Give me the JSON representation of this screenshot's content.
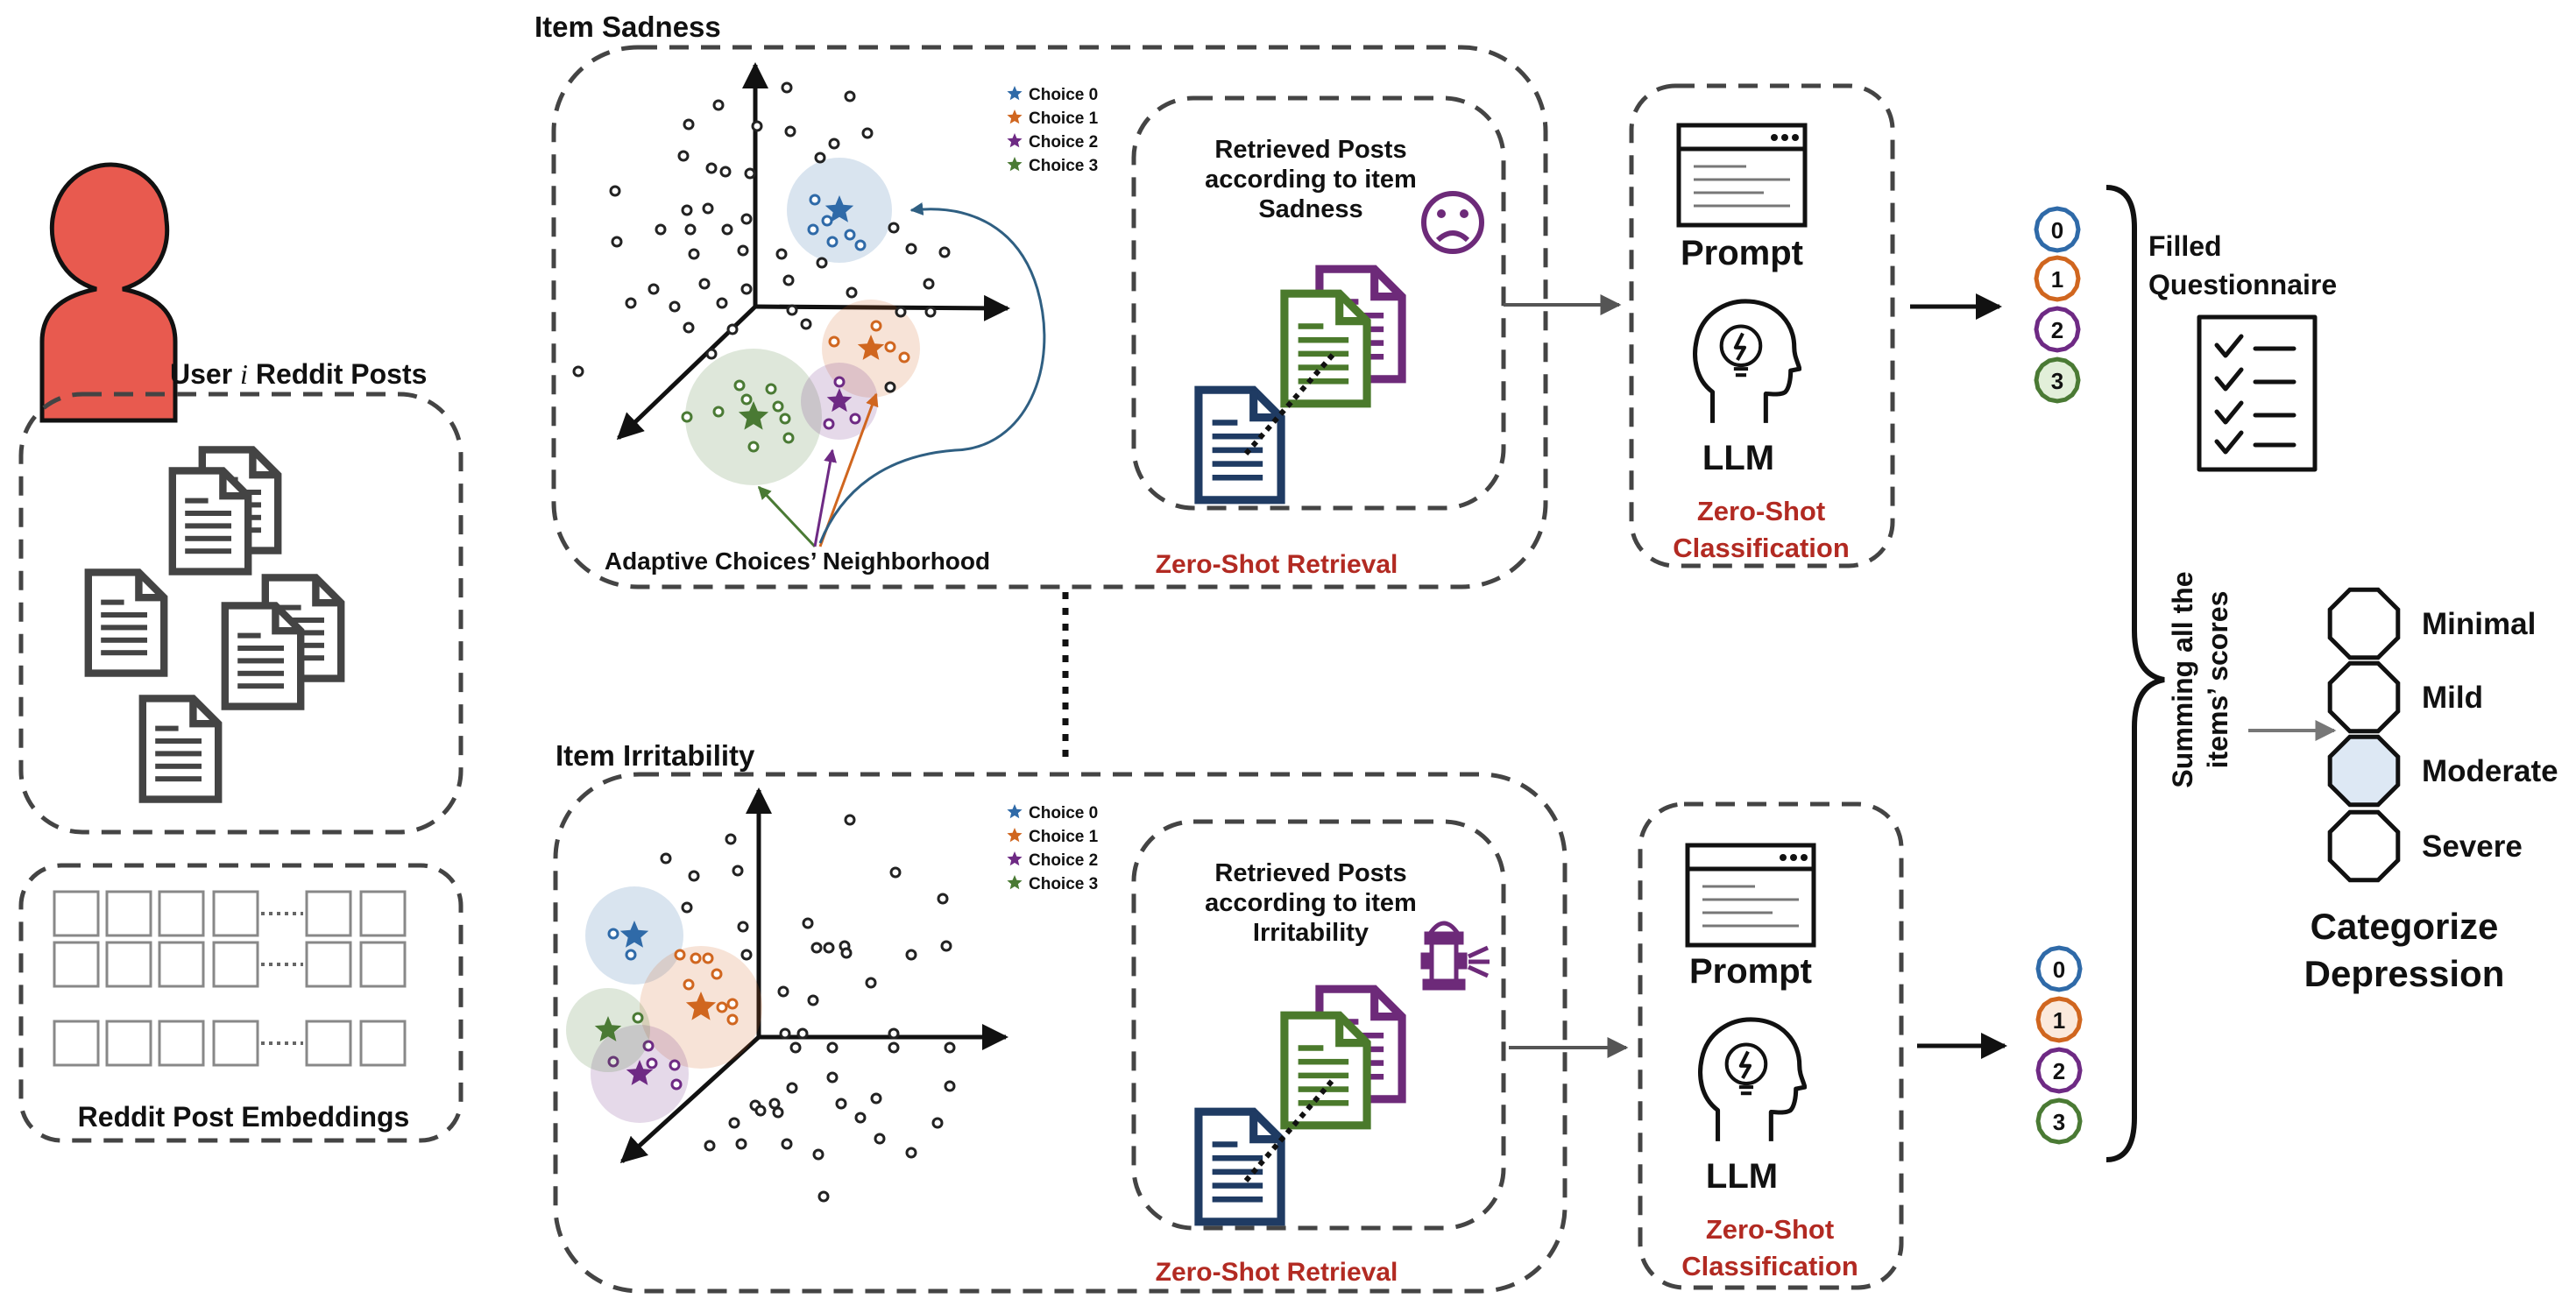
{
  "colors": {
    "choice0": "#2f6aa8",
    "choice1": "#d0661f",
    "choice2": "#6e2a84",
    "choice3": "#4a7a34",
    "red_label": "#b22a22",
    "user_red": "#e85a4f",
    "doc_navy": "#1f3b63",
    "doc_green": "#4b7a2c",
    "doc_purple": "#6d2a79",
    "dashed": "#444444"
  },
  "user": {
    "label_prefix": "User ",
    "label_var": "i",
    "label_suffix": " Reddit Posts"
  },
  "embeddings": {
    "label": "Reddit Post Embeddings"
  },
  "sadness": {
    "title": "Item Sadness",
    "legend": [
      "Choice 0",
      "Choice 1",
      "Choice 2",
      "Choice 3"
    ],
    "neighborhood_label": "Adaptive Choices’ Neighborhood",
    "retrieved_lines": [
      "Retrieved Posts",
      "according to item",
      "Sadness"
    ],
    "retrieval_label": "Zero-Shot Retrieval",
    "prompt_label": "Prompt",
    "llm_label": "LLM",
    "classification_lines": [
      "Zero-Shot",
      "Classification"
    ],
    "choices": [
      "0",
      "1",
      "2",
      "3"
    ],
    "selected_choice": "3"
  },
  "irritability": {
    "title": "Item Irritability",
    "legend": [
      "Choice 0",
      "Choice 1",
      "Choice 2",
      "Choice 3"
    ],
    "retrieved_lines": [
      "Retrieved Posts",
      "according to item",
      "Irritability"
    ],
    "retrieval_label": "Zero-Shot Retrieval",
    "prompt_label": "Prompt",
    "llm_label": "LLM",
    "classification_lines": [
      "Zero-Shot",
      "Classification"
    ],
    "choices": [
      "0",
      "1",
      "2",
      "3"
    ],
    "selected_choice": "1"
  },
  "summary": {
    "filled_lines": [
      "Filled",
      "Questionnaire"
    ],
    "summing_lines": [
      "Summing all the",
      "items’ scores"
    ],
    "categories": [
      "Minimal",
      "Mild",
      "Moderate",
      "Severe"
    ],
    "highlighted_category": "Moderate",
    "categorize_lines": [
      "Categorize",
      "Depression"
    ]
  }
}
